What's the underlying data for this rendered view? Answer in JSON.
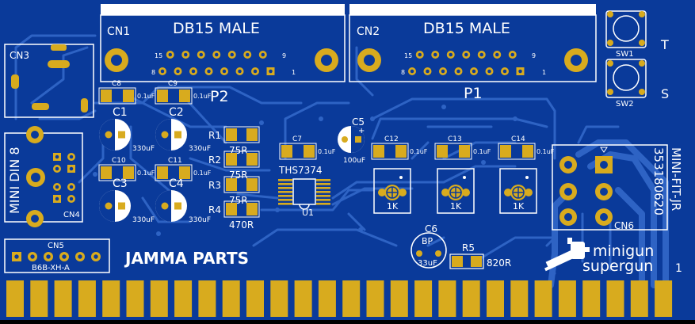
{
  "colors": {
    "board": "#0a3a9a",
    "trace": "#2e63c4",
    "copper": "#d8ab1e",
    "silk": "#ffffff",
    "hole": "#0a3a9a"
  },
  "connectors": {
    "cn1": {
      "ref": "CN1",
      "title": "DB15 MALE",
      "designator": "P2",
      "pin15": "15",
      "pin9": "9",
      "pin8": "8",
      "pin1": "1"
    },
    "cn2": {
      "ref": "CN2",
      "title": "DB15 MALE",
      "designator": "P1",
      "pin15": "15",
      "pin9": "9",
      "pin8": "8",
      "pin1": "1"
    },
    "cn3": {
      "ref": "CN3"
    },
    "cn4": {
      "ref": "CN4",
      "title": "MINI DIN 8"
    },
    "cn5": {
      "ref": "CN5",
      "part": "B6B-XH-A"
    },
    "cn6": {
      "ref": "CN6",
      "title": "MINI-FIT-JR",
      "part": "353180620"
    }
  },
  "switches": {
    "sw1": {
      "ref": "SW1",
      "label": "T"
    },
    "sw2": {
      "ref": "SW2",
      "label": "S"
    }
  },
  "capacitors": {
    "c1": {
      "ref": "C1",
      "value": "330uF"
    },
    "c2": {
      "ref": "C2",
      "value": "330uF"
    },
    "c3": {
      "ref": "C3",
      "value": "330uF"
    },
    "c4": {
      "ref": "C4",
      "value": "330uF"
    },
    "c5": {
      "ref": "C5",
      "value": "100uF"
    },
    "c6": {
      "ref": "C6",
      "pol": "BP",
      "value": "33uF"
    },
    "c7": {
      "ref": "C7",
      "value": "0.1uF"
    },
    "c8": {
      "ref": "C8",
      "value": "0.1uF"
    },
    "c9": {
      "ref": "C9",
      "value": "0.1uF"
    },
    "c10": {
      "ref": "C10",
      "value": "0.1uF"
    },
    "c11": {
      "ref": "C11",
      "value": "0.1uF"
    },
    "c12": {
      "ref": "C12",
      "value": "0.1uF"
    },
    "c13": {
      "ref": "C13",
      "value": "0.1uF"
    },
    "c14": {
      "ref": "C14",
      "value": "0.1uF"
    }
  },
  "resistors": {
    "r1": {
      "ref": "R1",
      "value": "75R"
    },
    "r2": {
      "ref": "R2",
      "value": "75R"
    },
    "r3": {
      "ref": "R3",
      "value": "75R"
    },
    "r4": {
      "ref": "R4",
      "value": "470R"
    },
    "r5": {
      "ref": "R5",
      "value": "820R"
    }
  },
  "trimpots": {
    "p1": {
      "value": "1K"
    },
    "p2": {
      "value": "1K"
    },
    "p3": {
      "value": "1K"
    }
  },
  "ic": {
    "ref": "U1",
    "part": "THS7374"
  },
  "text": {
    "title": "JAMMA PARTS",
    "logo_line1": "minigun",
    "logo_line2": "supergun",
    "pin_one": "1",
    "polarity_plus": "+"
  },
  "edge_connector": {
    "finger_count": 28
  }
}
